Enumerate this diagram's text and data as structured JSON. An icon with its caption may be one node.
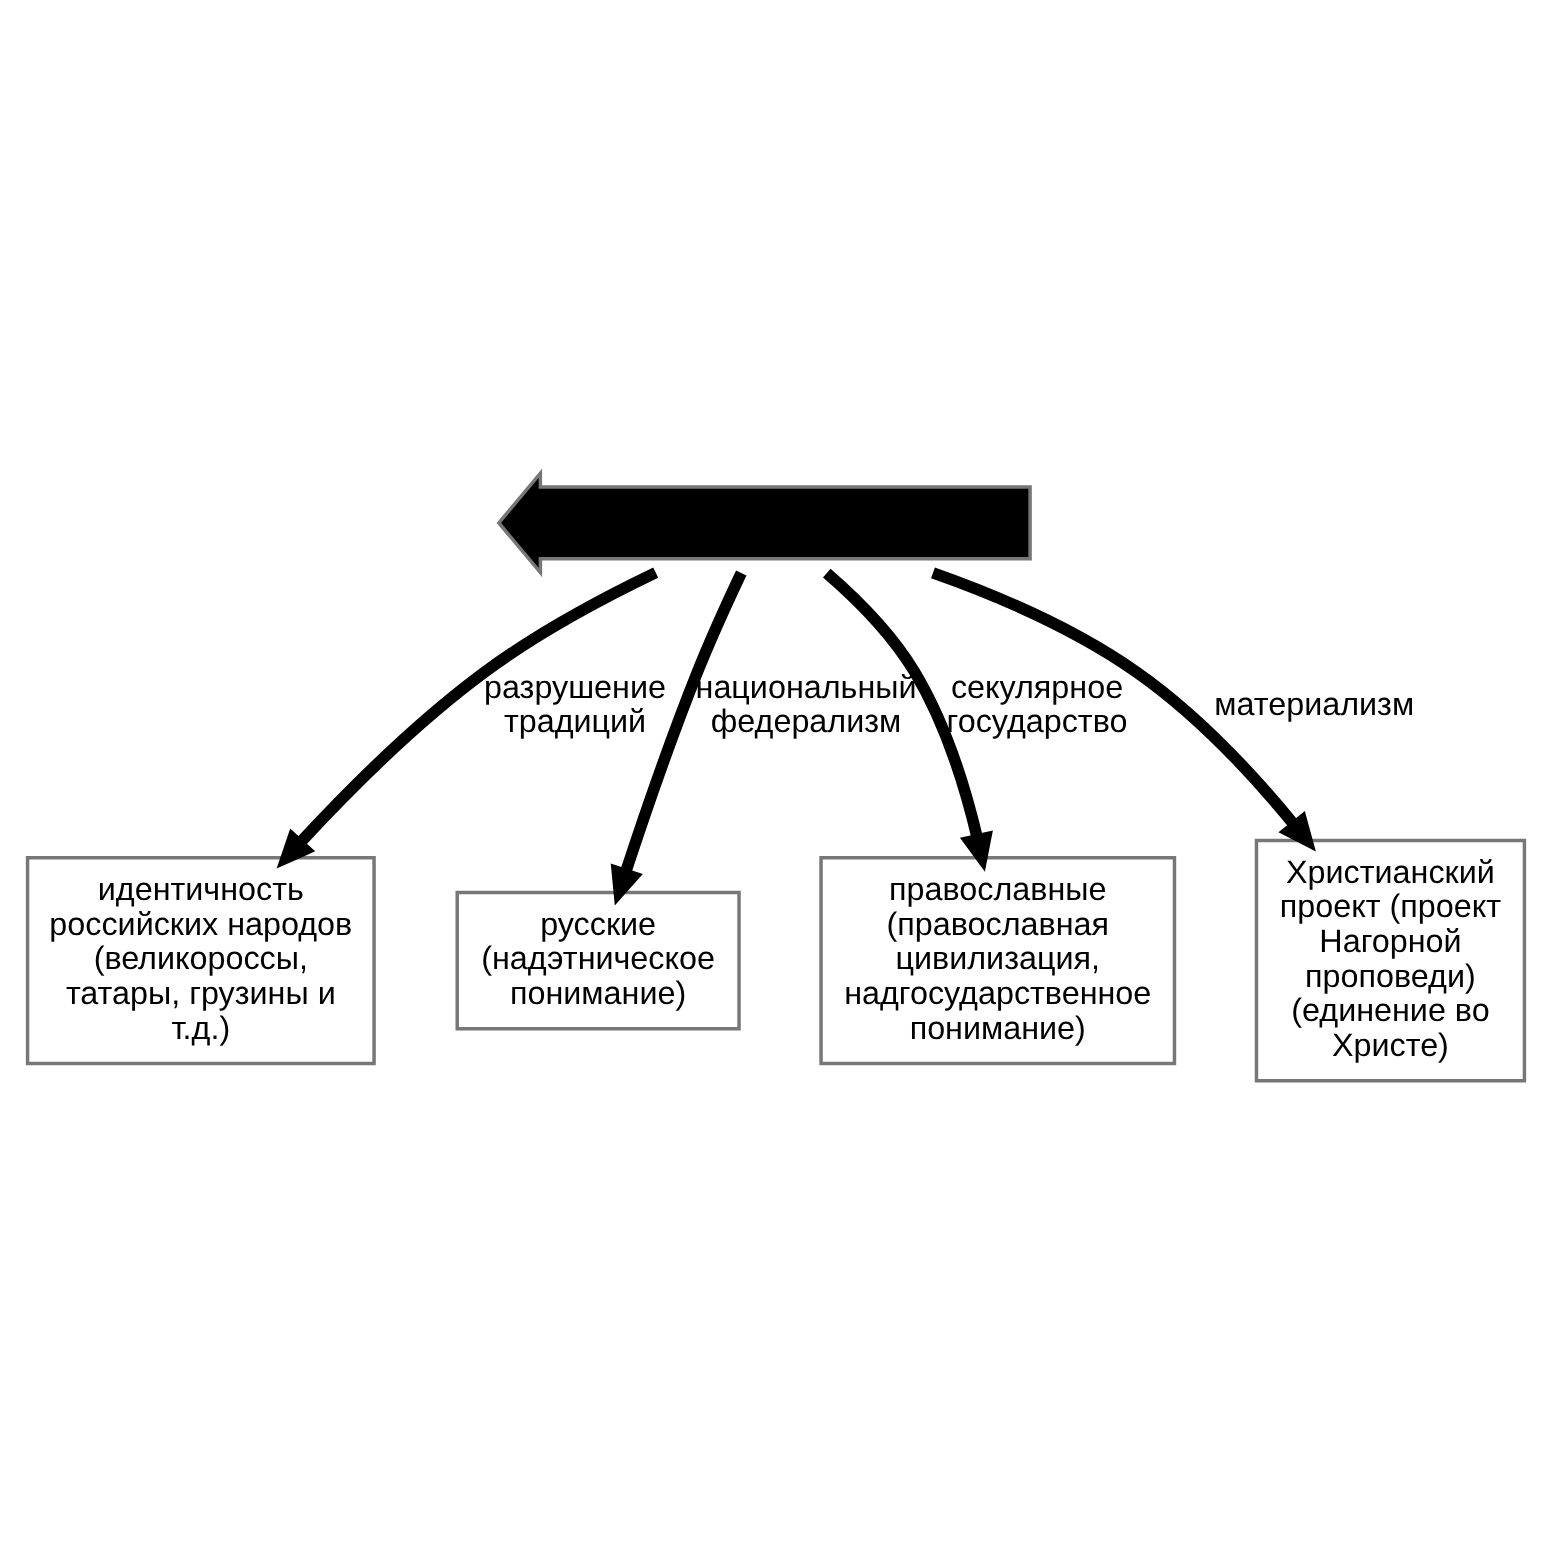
{
  "diagram": {
    "nodes": [
      {
        "text": [],
        "shape": "arrow"
      },
      {
        "text": [
          "идентичность российских народов (великороссы, татары, грузины и т.д.)"
        ]
      },
      {
        "text": [
          "русские (надэтническое понимание)"
        ]
      },
      {
        "text": [
          "православные (православная цивилизация, надгосударственное понимание)"
        ]
      },
      {
        "text": [
          "Христианский проект (проект Нагорной проповеди) (единение во Христе)"
        ]
      }
    ],
    "edges": [
      {
        "from": 0,
        "to": 1,
        "arrow": "to",
        "label": "разрушение традиций"
      },
      {
        "from": 0,
        "to": 2,
        "arrow": "to",
        "label": "национальный федерализм"
      },
      {
        "from": 0,
        "to": 3,
        "arrow": "to",
        "label": "секулярное государство"
      },
      {
        "from": 0,
        "to": 4,
        "arrow": "to",
        "label": "материализм"
      }
    ]
  }
}
